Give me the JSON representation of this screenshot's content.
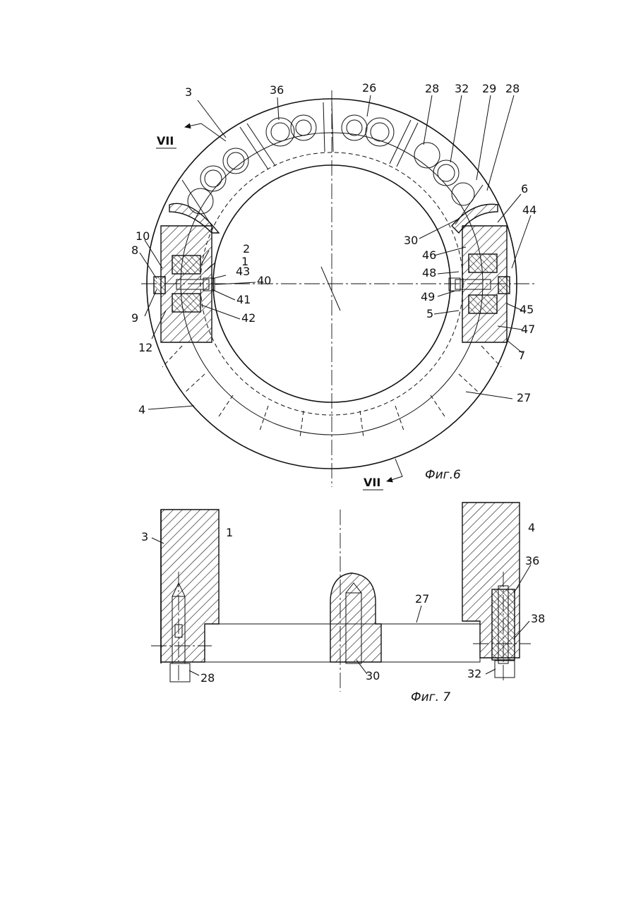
{
  "figures": {
    "fig6": {
      "caption": "Фиг.6",
      "section_marks": [
        "VII",
        "VII"
      ]
    },
    "fig7": {
      "caption": "Фиг. 7"
    }
  },
  "labels_fig6": [
    "3",
    "36",
    "26",
    "28",
    "32",
    "29",
    "28",
    "6",
    "44",
    "10",
    "8",
    "2",
    "1",
    "43",
    "40",
    "41",
    "42",
    "9",
    "12",
    "30",
    "46",
    "48",
    "49",
    "5",
    "45",
    "47",
    "7",
    "27",
    "4"
  ],
  "labels_fig7": [
    "3",
    "1",
    "4",
    "36",
    "27",
    "38",
    "28",
    "30",
    "32"
  ]
}
